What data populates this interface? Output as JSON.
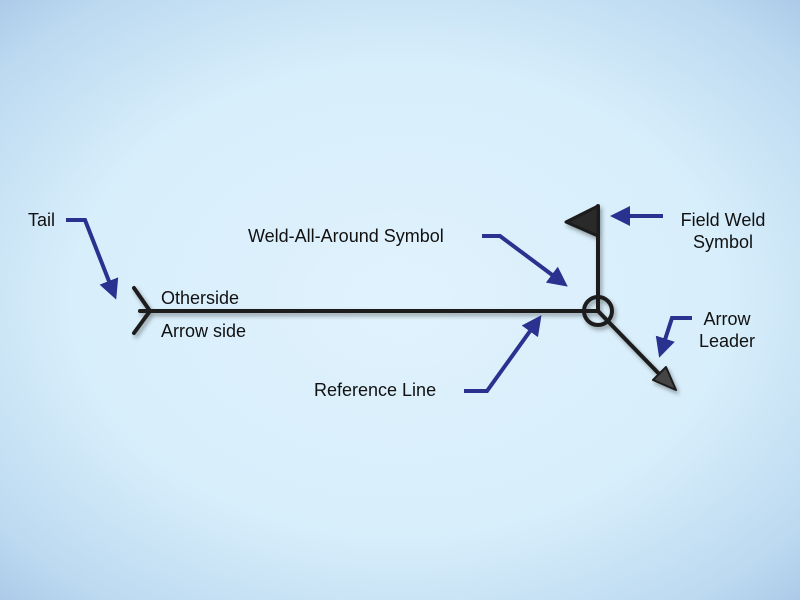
{
  "diagram": {
    "labels": {
      "tail": "Tail",
      "otherside": "Otherside",
      "arrow_side": "Arrow side",
      "weld_all_around": "Weld-All-Around Symbol",
      "field_weld_line1": "Field Weld",
      "field_weld_line2": "Symbol",
      "reference_line": "Reference Line",
      "arrow_leader_line1": "Arrow",
      "arrow_leader_line2": "Leader"
    }
  },
  "colors": {
    "background": "#d7eefb",
    "symbol_line": "#1c1c1c",
    "callout_arrow": "#2a3290"
  }
}
